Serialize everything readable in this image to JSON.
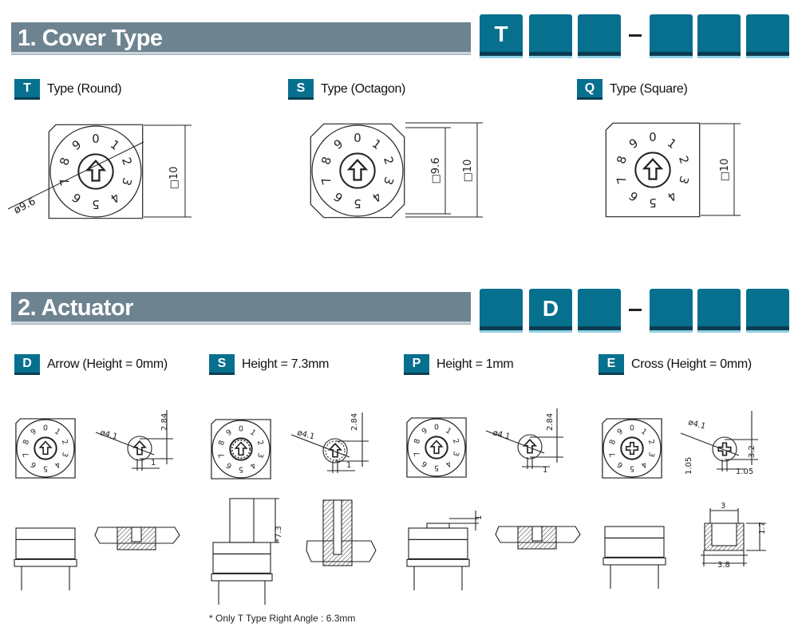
{
  "sections": [
    {
      "title": "1. Cover Type",
      "code_boxes": [
        "T",
        "",
        "",
        "",
        "",
        ""
      ]
    },
    {
      "title": "2. Actuator",
      "code_boxes": [
        "",
        "D",
        "",
        "",
        "",
        ""
      ]
    }
  ],
  "cover_types": [
    {
      "badge": "T",
      "label": "Type (Round)",
      "dims": [
        "ø9.6",
        "□10"
      ]
    },
    {
      "badge": "S",
      "label": "Type (Octagon)",
      "dims": [
        "□9.6",
        "□10"
      ]
    },
    {
      "badge": "Q",
      "label": "Type (Square)",
      "dims": [
        "□10"
      ]
    }
  ],
  "actuators": [
    {
      "badge": "D",
      "label": "Arrow (Height = 0mm)",
      "dims": [
        "ø4.1",
        "2.84",
        "1"
      ]
    },
    {
      "badge": "S",
      "label": "Height = 7.3mm",
      "dims": [
        "ø4.1",
        "2.84",
        "1",
        "*7.3"
      ]
    },
    {
      "badge": "P",
      "label": "Height = 1mm",
      "dims": [
        "ø4.1",
        "2.84",
        "1",
        "1"
      ]
    },
    {
      "badge": "E",
      "label": "Cross (Height = 0mm)",
      "dims": [
        "ø4.1",
        "3.2",
        "1.05",
        "1.05",
        "3",
        "1.7",
        "3.8"
      ]
    }
  ],
  "dial_digits": [
    "0",
    "1",
    "2",
    "3",
    "4",
    "5",
    "6",
    "7",
    "8",
    "9"
  ],
  "footnote": "* Only T Type Right Angle : 6.3mm",
  "colors": {
    "header_bar": "#6e8390",
    "code_box": "#08708f"
  }
}
